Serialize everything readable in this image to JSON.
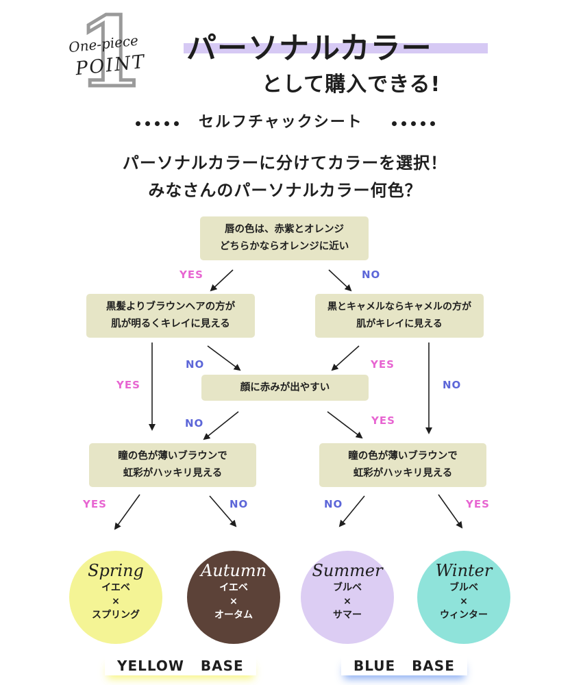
{
  "header": {
    "badge_script_top": "One-piece",
    "badge_script_bottom": "POINT",
    "badge_number": "1",
    "title": "パーソナルカラー",
    "subtitle": "として購入できる!",
    "section_label": "セルフチャックシート"
  },
  "intro": {
    "line1": "パーソナルカラーに分けてカラーを選択！",
    "line2": "みなさんのパーソナルカラー何色？"
  },
  "flow": {
    "q1": [
      "唇の色は、赤紫とオレンジ",
      "どちらかならオレンジに近い"
    ],
    "q2_left": [
      "黒髪よりブラウンヘアの方が",
      "肌が明るくキレイに見える"
    ],
    "q2_right": [
      "黒とキャメルならキャメルの方が",
      "肌がキレイに見える"
    ],
    "q3_center": [
      "顔に赤みが出やすい"
    ],
    "q4_left": [
      "瞳の色が薄いブラウンで",
      "虹彩がハッキリ見える"
    ],
    "q4_right": [
      "瞳の色が薄いブラウンで",
      "虹彩がハッキリ見える"
    ],
    "yes_label": "YES",
    "no_label": "NO"
  },
  "results": [
    {
      "season": "Spring",
      "line1": "イエベ",
      "cross": "×",
      "line2": "スプリング",
      "color": "#f4f495"
    },
    {
      "season": "Autumn",
      "line1": "イエベ",
      "cross": "×",
      "line2": "オータム",
      "color": "#5c4238"
    },
    {
      "season": "Summer",
      "line1": "ブルベ",
      "cross": "×",
      "line2": "サマー",
      "color": "#dccdf3"
    },
    {
      "season": "Winter",
      "line1": "ブルベ",
      "cross": "×",
      "line2": "ウィンター",
      "color": "#8fe3da"
    }
  ],
  "bases": {
    "yellow": "YELLOW   BASE",
    "blue": "BLUE   BASE"
  },
  "colors": {
    "box": "#e6e5c6",
    "yes": "#e765d1",
    "no": "#5c66d8",
    "title_highlight": "#d6c9f4"
  }
}
